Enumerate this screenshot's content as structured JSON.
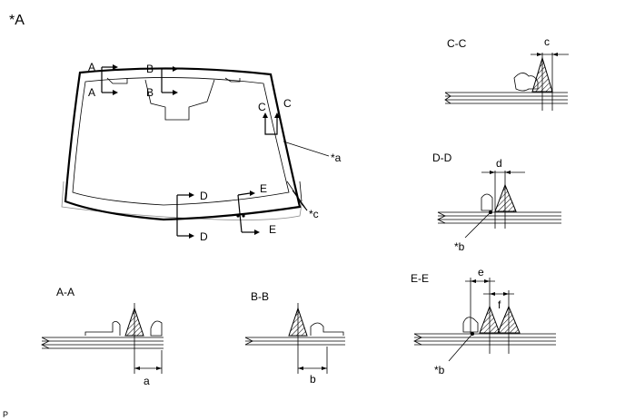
{
  "diagram": {
    "title": "*A",
    "corner_note": "P",
    "callouts": {
      "a": "*a",
      "b": "*b",
      "c": "*c"
    },
    "arrows": {
      "A": "A",
      "B": "B",
      "C": "C",
      "D": "D",
      "E": "E"
    },
    "sections": {
      "aa": {
        "title": "A-A",
        "dim": "a"
      },
      "bb": {
        "title": "B-B",
        "dim": "b"
      },
      "cc": {
        "title": "C-C",
        "dim": "c"
      },
      "dd": {
        "title": "D-D",
        "dim": "d",
        "callout": "*b"
      },
      "ee": {
        "title": "E-E",
        "dim1": "e",
        "dim2": "f",
        "callout": "*b"
      }
    }
  }
}
